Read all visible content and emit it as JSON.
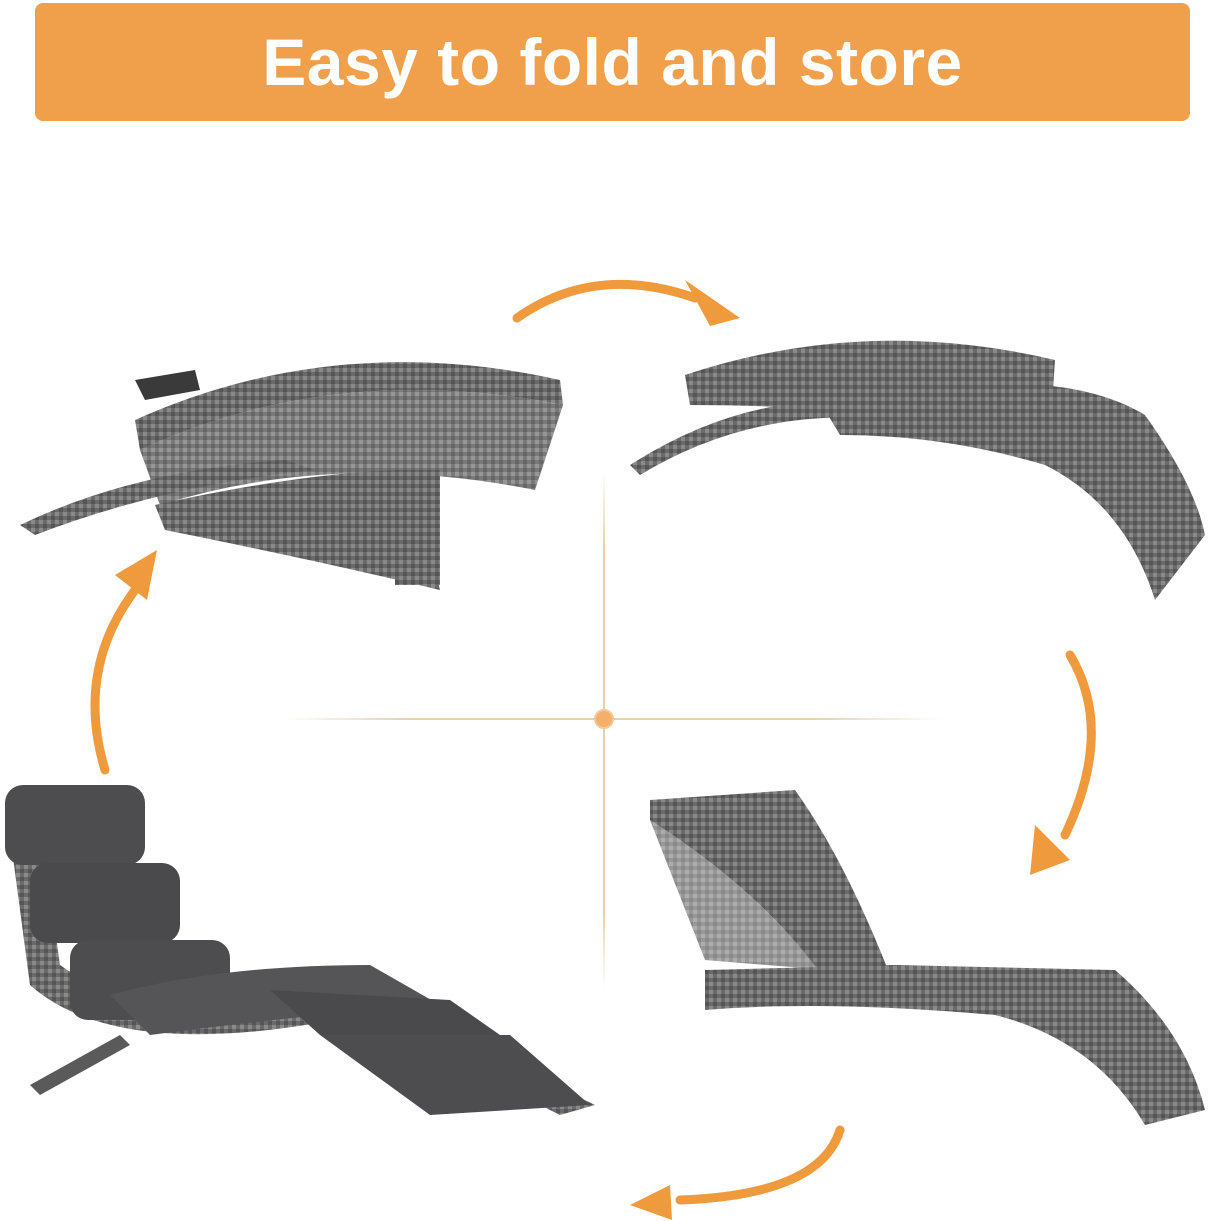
{
  "banner": {
    "title": "Easy to fold and store",
    "color": "#f0a04b",
    "text_color": "#ffffff"
  },
  "arrow_color": "#f09a3e",
  "steps": [
    {
      "position": "bottom-left",
      "description": "Lounge chair with dark grey cushion, fully unfolded"
    },
    {
      "position": "top-left",
      "description": "Chair folded and stacked, compact storage state"
    },
    {
      "position": "top-right",
      "description": "Chair partially folded, backrest lying flat"
    },
    {
      "position": "bottom-right",
      "description": "Wicker chair unfolded without cushion"
    }
  ]
}
